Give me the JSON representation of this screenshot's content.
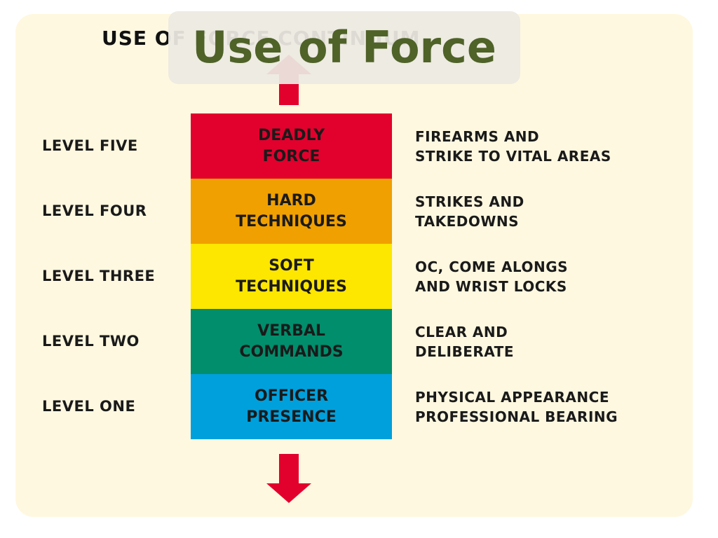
{
  "slide": {
    "title": "Use of Force"
  },
  "continuum": {
    "title": "USE OF FORCE CONTINUUM",
    "levels": [
      {
        "label": "LEVEL FIVE",
        "block_line1": "DEADLY",
        "block_line2": "FORCE",
        "desc_line1": "FIREARMS AND",
        "desc_line2": "STRIKE TO VITAL AREAS",
        "color": "#e2002d"
      },
      {
        "label": "LEVEL FOUR",
        "block_line1": "HARD",
        "block_line2": "TECHNIQUES",
        "desc_line1": "STRIKES AND",
        "desc_line2": "TAKEDOWNS",
        "color": "#f0a000"
      },
      {
        "label": "LEVEL THREE",
        "block_line1": "SOFT",
        "block_line2": "TECHNIQUES",
        "desc_line1": "OC, COME ALONGS",
        "desc_line2": "AND WRIST LOCKS",
        "color": "#fde600"
      },
      {
        "label": "LEVEL TWO",
        "block_line1": "VERBAL",
        "block_line2": "COMMANDS",
        "desc_line1": "CLEAR AND",
        "desc_line2": "DELIBERATE",
        "color": "#008e6c"
      },
      {
        "label": "LEVEL ONE",
        "block_line1": "OFFICER",
        "block_line2": "PRESENCE",
        "desc_line1": "PHYSICAL APPEARANCE",
        "desc_line2": "PROFESSIONAL BEARING",
        "color": "#00a0dc"
      }
    ],
    "arrow_color": "#e2002d"
  }
}
